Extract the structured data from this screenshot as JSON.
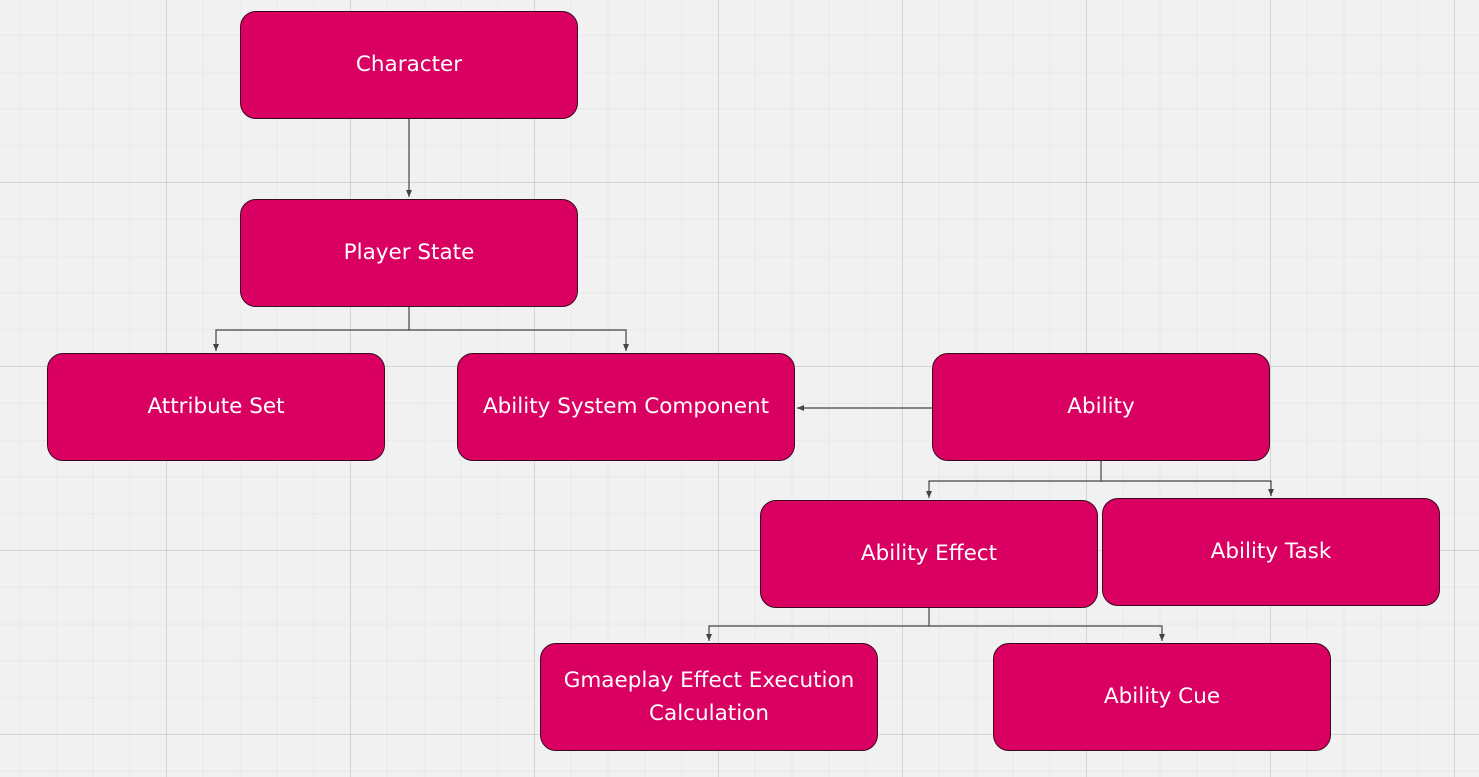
{
  "diagram": {
    "nodes": {
      "character": "Character",
      "player_state": "Player State",
      "attribute_set": "Attribute Set",
      "ability_system_component": "Ability System Component",
      "ability": "Ability",
      "ability_effect": "Ability Effect",
      "ability_task": "Ability Task",
      "gameplay_effect_execution_calculation": {
        "line1": "Gmaeplay Effect Execution",
        "line2": "Calculation"
      },
      "ability_cue": "Ability Cue"
    },
    "edges": [
      {
        "from": "Character",
        "to": "Player State"
      },
      {
        "from": "Player State",
        "to": "Attribute Set"
      },
      {
        "from": "Player State",
        "to": "Ability System Component"
      },
      {
        "from": "Ability",
        "to": "Ability System Component"
      },
      {
        "from": "Ability",
        "to": "Ability Effect"
      },
      {
        "from": "Ability",
        "to": "Ability Task"
      },
      {
        "from": "Ability Effect",
        "to": "Gmaeplay Effect Execution Calculation"
      },
      {
        "from": "Ability Effect",
        "to": "Ability Cue"
      }
    ],
    "colors": {
      "node_fill": "#d90062",
      "node_text": "#ffffff",
      "connector": "#444444",
      "background": "#f1f1f1"
    }
  }
}
